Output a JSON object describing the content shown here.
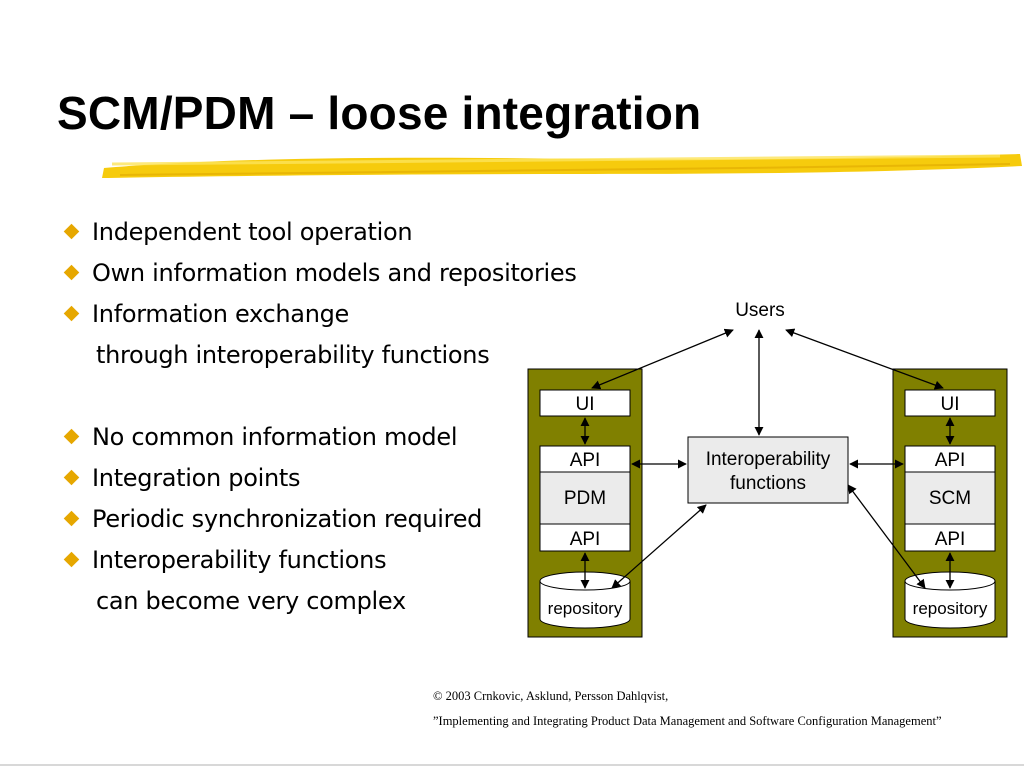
{
  "slide": {
    "title": "SCM/PDM – loose integration",
    "bullets": [
      {
        "text": "Independent tool operation",
        "bullet": true
      },
      {
        "text": "Own information models and repositories",
        "bullet": true
      },
      {
        "text": "Information exchange",
        "bullet": true
      },
      {
        "text": "through interoperability functions",
        "bullet": false
      },
      {
        "text": "No common information model",
        "bullet": true
      },
      {
        "text": "Integration points",
        "bullet": true
      },
      {
        "text": "Periodic synchronization required",
        "bullet": true
      },
      {
        "text": "Interoperability functions",
        "bullet": true
      },
      {
        "text": "can become very complex",
        "bullet": false
      }
    ],
    "footer_line1": "© 2003 Crnkovic, Asklund, Persson Dahlqvist,",
    "footer_line2": "”Implementing and Integrating Product Data Management and Software Configuration Management”"
  },
  "diagram": {
    "users_label": "Users",
    "left_tool": {
      "ui": "UI",
      "api_top": "API",
      "name": "PDM",
      "api_bottom": "API",
      "repository": "repository"
    },
    "right_tool": {
      "ui": "UI",
      "api_top": "API",
      "name": "SCM",
      "api_bottom": "API",
      "repository": "repository"
    },
    "interop_line1": "Interoperability",
    "interop_line2": "functions"
  },
  "colors": {
    "tool_panel": "#808000",
    "bullet_diamond": "#e6a700",
    "highlighter": "#f5c800",
    "interop_box": "#ebebeb",
    "tool_name_box": "#ebebeb"
  }
}
